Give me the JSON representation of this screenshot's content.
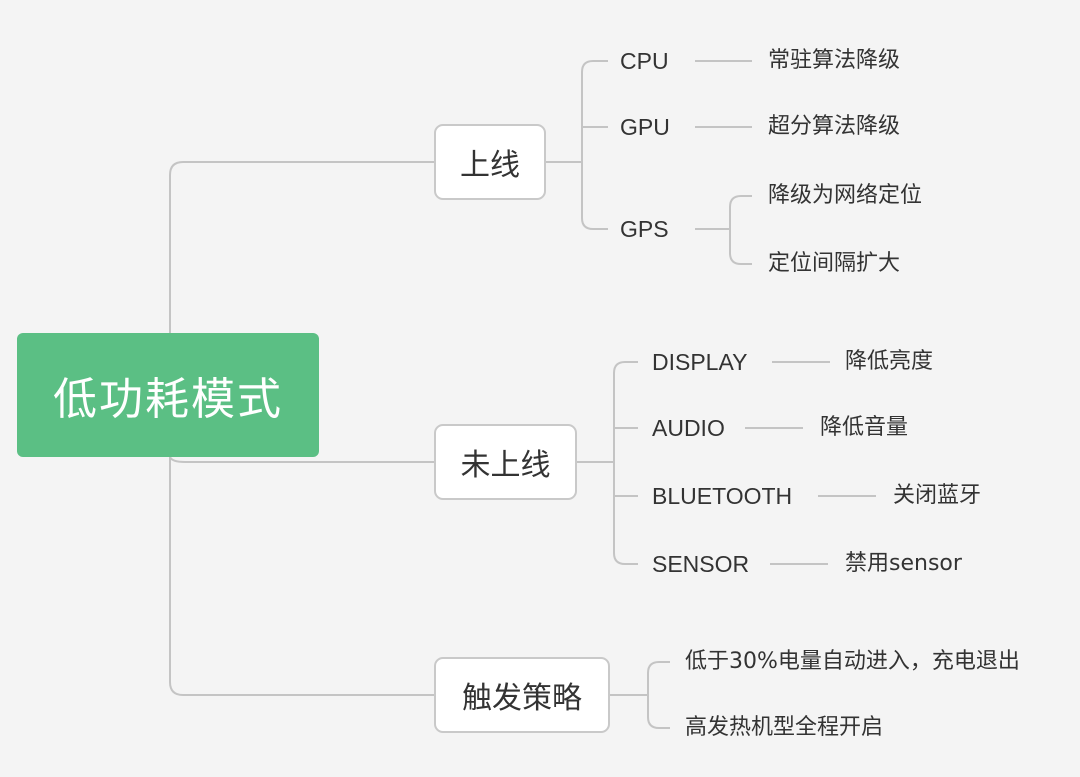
{
  "colors": {
    "background": "#f4f4f4",
    "root_fill": "#5bbf84",
    "line": "#c4c4c4",
    "text": "#333333"
  },
  "root": {
    "label": "低功耗模式"
  },
  "branches": [
    {
      "label": "上线",
      "children": [
        {
          "label": "CPU",
          "children": [
            {
              "label": "常驻算法降级"
            }
          ]
        },
        {
          "label": "GPU",
          "children": [
            {
              "label": "超分算法降级"
            }
          ]
        },
        {
          "label": "GPS",
          "children": [
            {
              "label": "降级为网络定位"
            },
            {
              "label": "定位间隔扩大"
            }
          ]
        }
      ]
    },
    {
      "label": "未上线",
      "children": [
        {
          "label": "DISPLAY",
          "children": [
            {
              "label": "降低亮度"
            }
          ]
        },
        {
          "label": "AUDIO",
          "children": [
            {
              "label": "降低音量"
            }
          ]
        },
        {
          "label": "BLUETOOTH",
          "children": [
            {
              "label": "关闭蓝牙"
            }
          ]
        },
        {
          "label": "SENSOR",
          "children": [
            {
              "label": "禁用sensor"
            }
          ]
        }
      ]
    },
    {
      "label": "触发策略",
      "children": [
        {
          "label": "低于30%电量自动进入，充电退出"
        },
        {
          "label": "高发热机型全程开启"
        }
      ]
    }
  ]
}
